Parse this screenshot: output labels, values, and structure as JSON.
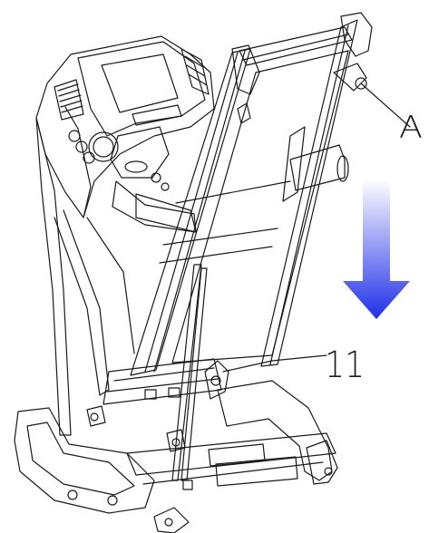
{
  "diagram": {
    "callout_a": "A",
    "callout_11": "11",
    "fold_arrow": {
      "direction": "down",
      "color_top": "#ffffff",
      "color_bottom": "#1f2fe8"
    }
  }
}
